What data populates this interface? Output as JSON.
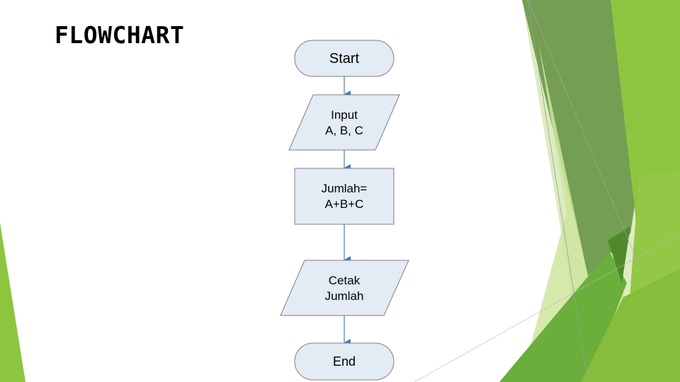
{
  "slide": {
    "title": "FLOWCHART"
  },
  "flowchart": {
    "nodes": [
      {
        "id": "start",
        "shape": "terminator",
        "lines": [
          "Start"
        ]
      },
      {
        "id": "input",
        "shape": "parallelogram",
        "lines": [
          "Input",
          "A, B, C"
        ]
      },
      {
        "id": "process",
        "shape": "rectangle",
        "lines": [
          "Jumlah=",
          "A+B+C"
        ]
      },
      {
        "id": "output",
        "shape": "parallelogram",
        "lines": [
          "Cetak",
          "Jumlah"
        ]
      },
      {
        "id": "end",
        "shape": "terminator",
        "lines": [
          "End"
        ]
      }
    ],
    "edges": [
      {
        "from": "start",
        "to": "input"
      },
      {
        "from": "input",
        "to": "process"
      },
      {
        "from": "process",
        "to": "output"
      },
      {
        "from": "output",
        "to": "end"
      }
    ]
  },
  "colors": {
    "shape_fill": "#e3ebf5",
    "shape_stroke": "#7f7f7f",
    "arrow": "#4a7ab8",
    "green_light": "#c8e29a",
    "green_mid": "#8dc53e",
    "green_dark": "#5f9a3a",
    "green_olive": "#6e9a4d"
  }
}
